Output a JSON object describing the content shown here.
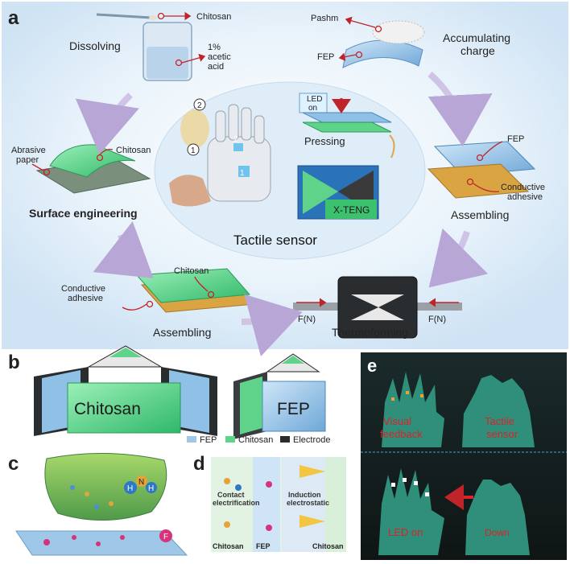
{
  "panel_a": {
    "letter": "a",
    "dissolving": {
      "title": "Dissolving",
      "chitosan": "Chitosan",
      "acid_1": "1%",
      "acid_2": "acetic",
      "acid_3": "acid"
    },
    "accumulating": {
      "pashm": "Pashm",
      "fep": "FEP",
      "title_1": "Accumulating",
      "title_2": "charge"
    },
    "surface": {
      "abrasive_1": "Abrasive",
      "abrasive_2": "paper",
      "chitosan": "Chitosan",
      "title": "Surface engineering"
    },
    "center": {
      "led_1": "LED",
      "led_2": "on",
      "pressing": "Pressing",
      "xteng": "X-TENG",
      "title": "Tactile sensor",
      "finger_1": "1",
      "finger_2": "2"
    },
    "assembling_right": {
      "fep": "FEP",
      "conductive_1": "Conductive",
      "conductive_2": "adhesive",
      "title": "Assembling"
    },
    "assembling_left": {
      "chitosan": "Chitosan",
      "conductive_1": "Conductive",
      "conductive_2": "adhesive",
      "title": "Assembling"
    },
    "thermoforming": {
      "force_left": "F(N)",
      "force_right": "F(N)",
      "title": "Thermoforming"
    }
  },
  "panel_b": {
    "letter": "b",
    "chitosan_label": "Chitosan",
    "fep_label": "FEP",
    "legend": [
      "FEP",
      "Chitosan",
      "Electrode"
    ]
  },
  "panel_c": {
    "letter": "c",
    "label_h": "H",
    "label_n": "N",
    "label_f": "F"
  },
  "panel_d": {
    "letter": "d",
    "contact_1": "Contact",
    "contact_2": "electrification",
    "induction_1": "Induction",
    "induction_2": "electrostatic",
    "bottom": [
      "Chitosan",
      "FEP",
      "Chitosan"
    ]
  },
  "panel_e": {
    "letter": "e",
    "visual_1": "Visual",
    "visual_2": "feedback",
    "tactile_1": "Tactile",
    "tactile_2": "sensor",
    "led_on": "LED on",
    "down": "Down"
  },
  "colors": {
    "fep": "#9fc7e8",
    "chitosan": "#5fd38a",
    "electrode": "#2b2b2b",
    "glove": "#2f8f7a",
    "red_text": "#d9242a",
    "arrow": "#b8a6d6"
  }
}
